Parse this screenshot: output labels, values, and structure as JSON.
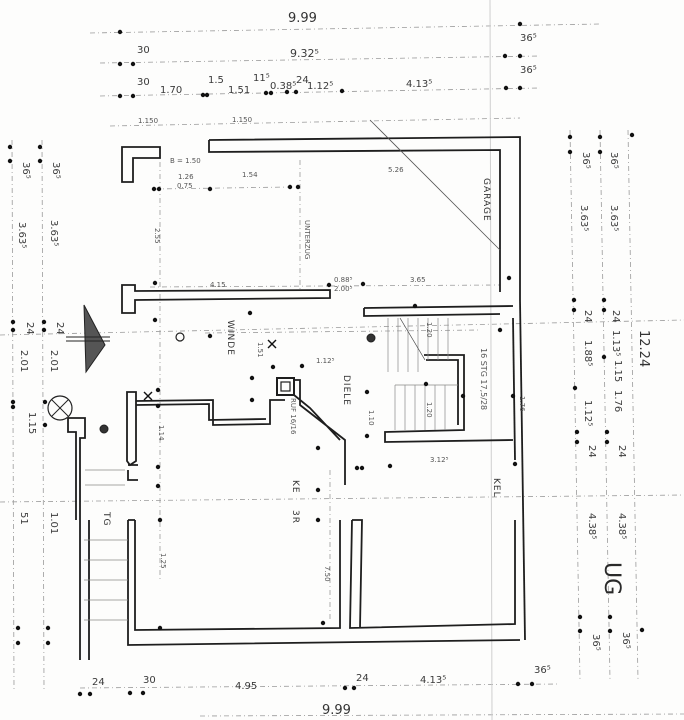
{
  "drawing": {
    "type": "architectural floor plan (scanned)",
    "level_label": "UG",
    "rooms": [
      {
        "id": "garage",
        "label": "GARAGE"
      },
      {
        "id": "diele",
        "label": "DIELE"
      },
      {
        "id": "winde",
        "label": "WINDE"
      },
      {
        "id": "keller1",
        "label": "KE"
      },
      {
        "id": "keller2",
        "label": "KEL"
      },
      {
        "id": "keller3",
        "label": "3R"
      },
      {
        "id": "tg",
        "label": "TG"
      }
    ],
    "annotations": {
      "stair": "16 STG 17,5/28",
      "chimney": "RUF 16/16",
      "garage_door": "B = 1.50",
      "unterzug": "UNTERZUG"
    },
    "dimensions_top": {
      "overall": "9.99",
      "inner": "9.32⁵",
      "left_wall": "30",
      "left_wall2": "30",
      "right_wall": "36⁵",
      "right_wall2": "36⁵",
      "segments": [
        "1.70",
        "1.5",
        "1.51",
        "11⁵",
        "0.38⁵",
        "24",
        "1.12⁵",
        "4.13⁵"
      ],
      "opening_top": [
        "1.150",
        "1.150"
      ]
    },
    "dimensions_bottom": {
      "overall": "9.99",
      "segments": [
        "24",
        "30",
        "4.95",
        "24",
        "4.13⁵",
        "36⁵"
      ]
    },
    "dimensions_right": {
      "overall": "12.24",
      "segments": [
        "36⁵",
        "36⁵",
        "3.63⁵",
        "3.63⁵",
        "24",
        "24",
        "1.13⁵",
        "1.88⁵",
        "1.15",
        "1.76",
        "1.12⁵",
        "24",
        "24",
        "4.38⁵",
        "4.38⁵",
        "36⁵",
        "36⁵"
      ]
    },
    "dimensions_left": {
      "segments": [
        "36⁵",
        "36⁵",
        "3.63⁵",
        "3.63⁵",
        "24",
        "24",
        "2.01",
        "2.01",
        "1.15",
        "51",
        "1.01"
      ]
    },
    "interior_dims": [
      "1.26",
      "0.75",
      "1.54",
      "5.26",
      "4.15",
      "3.65",
      "0.88⁵",
      "2.00⁵",
      "1.51",
      "1.12⁵",
      "1.14",
      "1.76",
      "3.12⁵",
      "1.25",
      "7.50",
      "2.55",
      "1.20",
      "1.20",
      "1.10"
    ]
  }
}
